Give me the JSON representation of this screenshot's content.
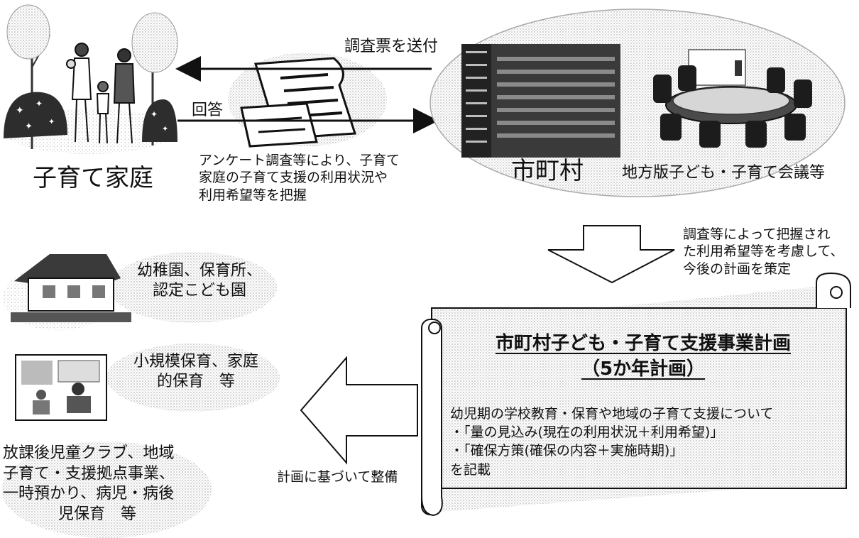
{
  "family": {
    "label": "子育て家庭"
  },
  "flows": {
    "send_label": "調査票を送付",
    "answer_label": "回答",
    "survey_description": [
      "アンケート調査等により、子育て",
      "家庭の子育て支援の利用状況や",
      "利用希望等を把握"
    ]
  },
  "municipality": {
    "label": "市町村"
  },
  "council": {
    "label": "地方版子ども・子育て会議等"
  },
  "planning_note": [
    "調査等によって把握され",
    "た利用希望等を考慮して、",
    "今後の計画を策定"
  ],
  "plan": {
    "title": "市町村子ども・子育て支援事業計画",
    "subtitle": "（5か年計画）",
    "lines": [
      "幼児期の学校教育・保育や地域の子育て支援について",
      "・「量の見込み(現在の利用状況＋利用希望)」",
      "・「確保方策(確保の内容＋実施時期)」",
      "を記載"
    ]
  },
  "develop_label": "計画に基づいて整備",
  "facilities": [
    {
      "lines": [
        "幼稚園、保育所、",
        "認定こども園"
      ]
    },
    {
      "lines": [
        "小規模保育、家庭",
        "的保育　等"
      ]
    },
    {
      "lines": [
        "放課後児童クラブ、地域",
        "子育て・支援拠点事業、",
        "一時預かり、病児・病後",
        "児保育　等"
      ]
    }
  ]
}
